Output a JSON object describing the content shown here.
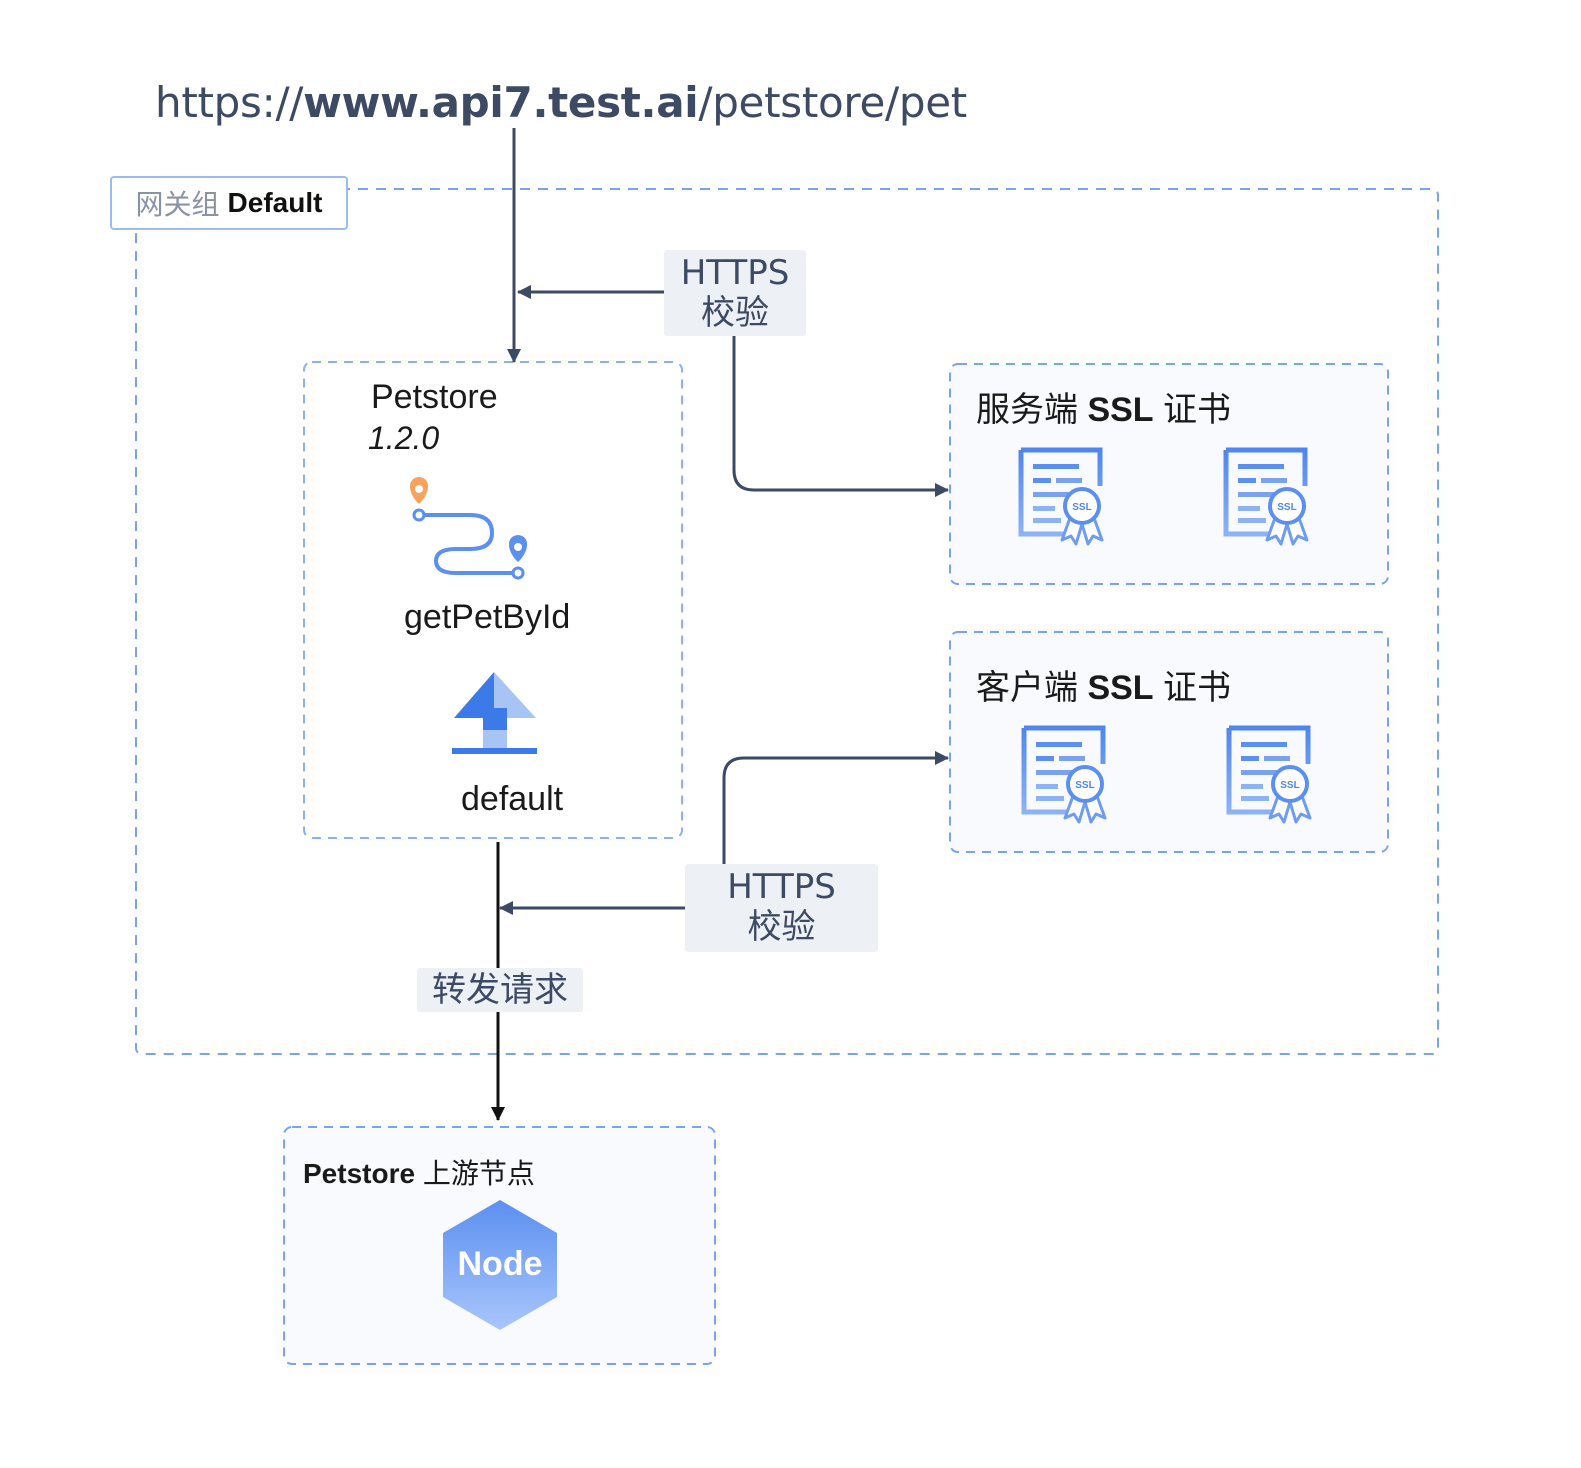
{
  "url": {
    "prefix": "https://",
    "host": "www.api7.test.ai",
    "path": "/petstore/pet"
  },
  "gateway_group": {
    "prefix": "网关组",
    "name": "Default"
  },
  "service": {
    "name": "Petstore",
    "version": "1.2.0"
  },
  "route": {
    "name": "getPetById"
  },
  "upstream": {
    "name": "default"
  },
  "server_tag": {
    "line1": "HTTPS",
    "line2": "校验"
  },
  "client_tag": {
    "line1": "HTTPS",
    "line2": "校验"
  },
  "forward_tag": "转发请求",
  "server_ssl": {
    "prefix": "服务端",
    "bold": "SSL",
    "suffix": "证书",
    "badge": "SSL"
  },
  "client_ssl": {
    "prefix": "客户端",
    "bold": "SSL",
    "suffix": "证书",
    "badge": "SSL"
  },
  "upstream_nodes": {
    "name": "Petstore",
    "suffix": "上游节点",
    "node_label": "Node"
  },
  "colors": {
    "dash_border": "#7aa2ee",
    "arrow": "#3d4a63",
    "tag_bg": "#edf0f4",
    "blue": "#3b7ae8",
    "light_blue": "#a7c4f5",
    "orange": "#f7a35c"
  },
  "icons": [
    "route-icon",
    "upstream-icon",
    "certificate-icon",
    "node-hexagon-icon"
  ]
}
